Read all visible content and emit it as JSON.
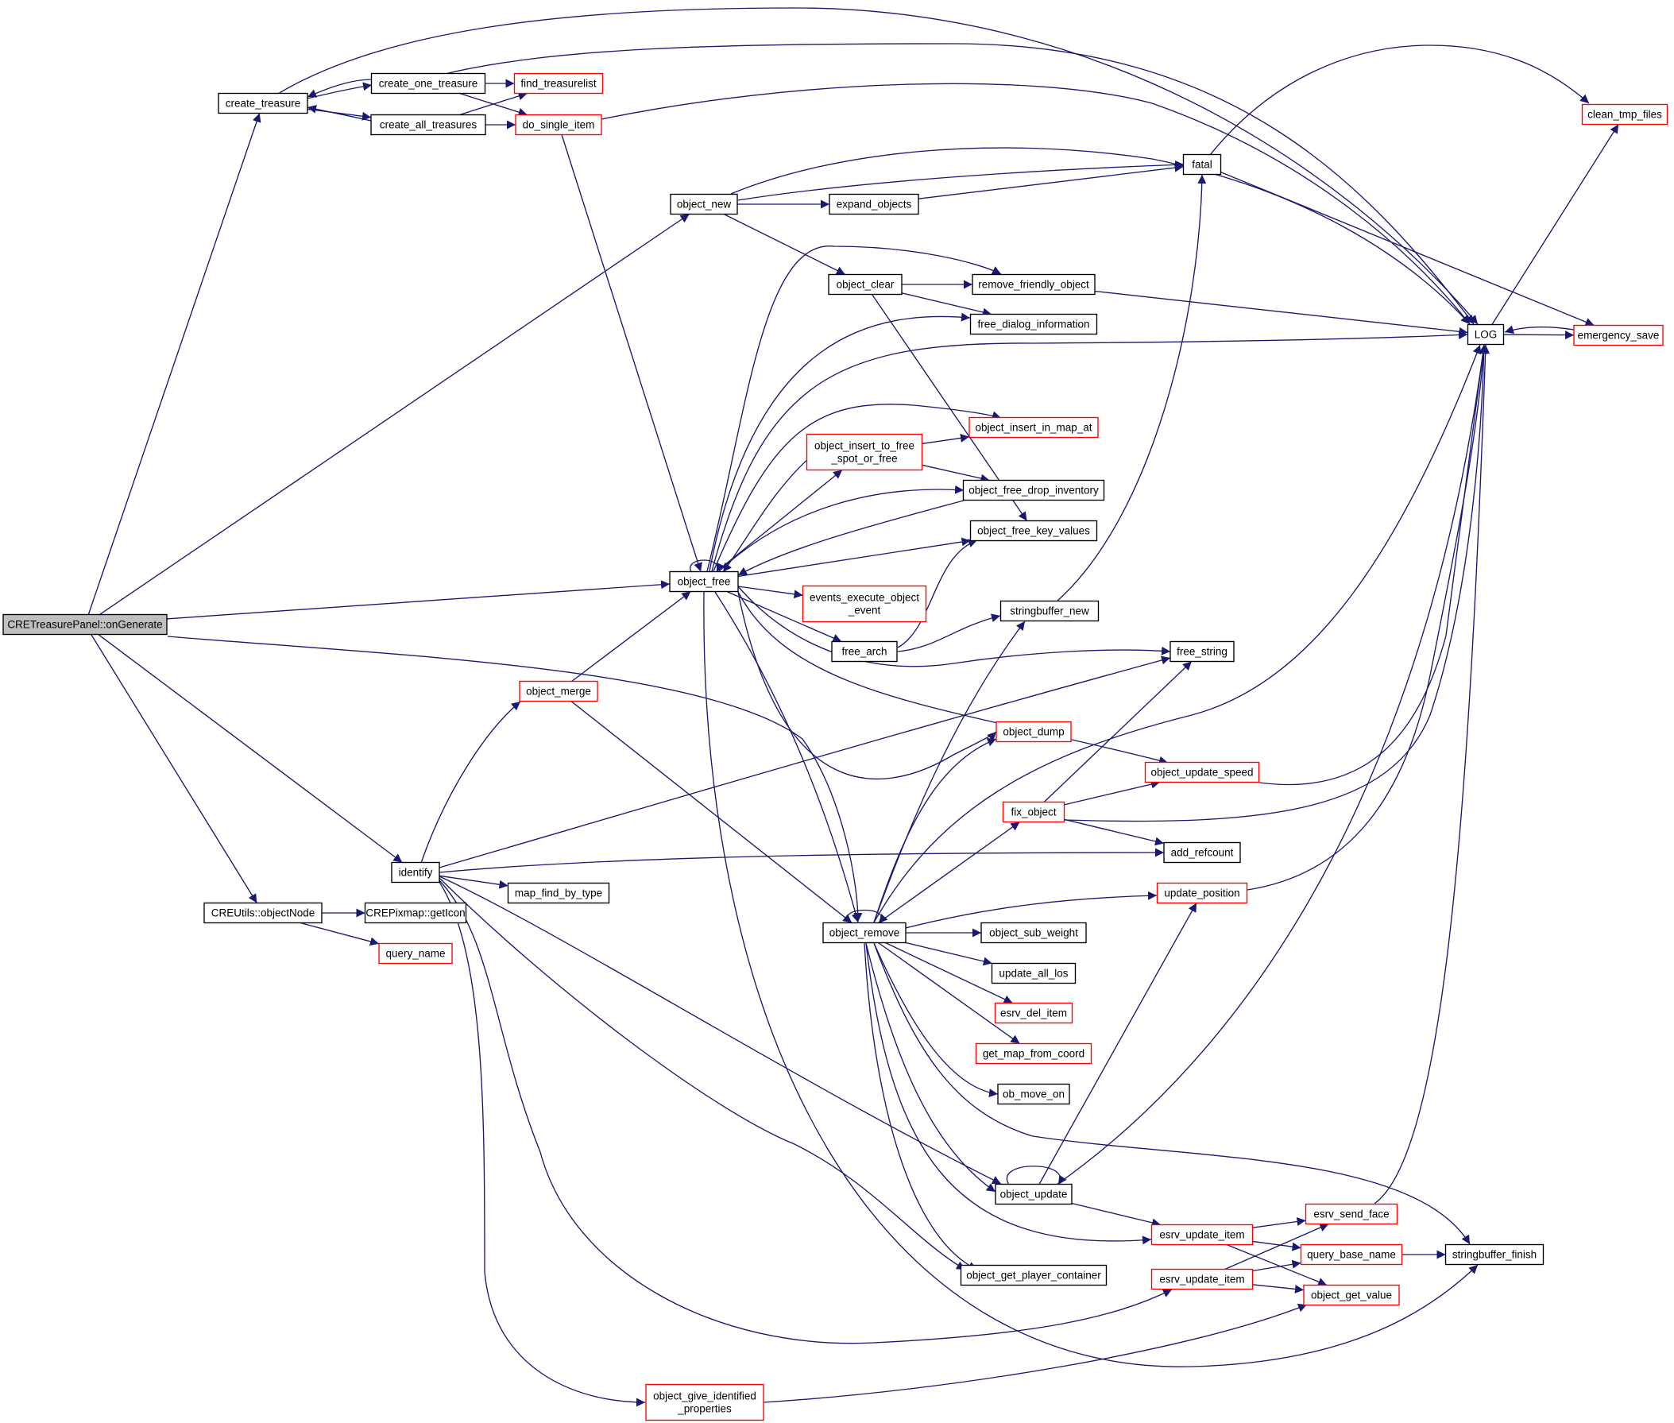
{
  "colors": {
    "edge": "#191970",
    "node_border_default": "#000000",
    "node_border_incomplete": "#ff0000",
    "root_fill": "#bfbfbf",
    "node_fill": "#ffffff"
  },
  "legend_note": "Doxygen call graph; red bordered nodes are truncated (have further callees not shown)",
  "nodes": {
    "root": {
      "lines": [
        "CRETreasurePanel::onGenerate"
      ],
      "style": "root"
    },
    "create_treasure": {
      "lines": [
        "create_treasure"
      ],
      "style": "default"
    },
    "create_one_treasure": {
      "lines": [
        "create_one_treasure"
      ],
      "style": "default"
    },
    "create_all_treasures": {
      "lines": [
        "create_all_treasures"
      ],
      "style": "default"
    },
    "find_treasurelist": {
      "lines": [
        "find_treasurelist"
      ],
      "style": "red"
    },
    "do_single_item": {
      "lines": [
        "do_single_item"
      ],
      "style": "red"
    },
    "object_new": {
      "lines": [
        "object_new"
      ],
      "style": "default"
    },
    "expand_objects": {
      "lines": [
        "expand_objects"
      ],
      "style": "default"
    },
    "fatal": {
      "lines": [
        "fatal"
      ],
      "style": "default"
    },
    "clean_tmp_files": {
      "lines": [
        "clean_tmp_files"
      ],
      "style": "red"
    },
    "object_clear": {
      "lines": [
        "object_clear"
      ],
      "style": "default"
    },
    "remove_friendly_object": {
      "lines": [
        "remove_friendly_object"
      ],
      "style": "default"
    },
    "free_dialog_information": {
      "lines": [
        "free_dialog_information"
      ],
      "style": "default"
    },
    "LOG": {
      "lines": [
        "LOG"
      ],
      "style": "default"
    },
    "emergency_save": {
      "lines": [
        "emergency_save"
      ],
      "style": "red"
    },
    "object_insert_in_map_at": {
      "lines": [
        "object_insert_in_map_at"
      ],
      "style": "red"
    },
    "object_insert_to_free": {
      "lines": [
        "object_insert_to_free",
        "_spot_or_free"
      ],
      "style": "red"
    },
    "object_free_drop_inventory": {
      "lines": [
        "object_free_drop_inventory"
      ],
      "style": "default"
    },
    "object_free_key_values": {
      "lines": [
        "object_free_key_values"
      ],
      "style": "default"
    },
    "object_free": {
      "lines": [
        "object_free"
      ],
      "style": "default"
    },
    "events_execute_object_event": {
      "lines": [
        "events_execute_object",
        "_event"
      ],
      "style": "red"
    },
    "stringbuffer_new": {
      "lines": [
        "stringbuffer_new"
      ],
      "style": "default"
    },
    "free_arch": {
      "lines": [
        "free_arch"
      ],
      "style": "default"
    },
    "free_string": {
      "lines": [
        "free_string"
      ],
      "style": "default"
    },
    "object_merge": {
      "lines": [
        "object_merge"
      ],
      "style": "red"
    },
    "object_dump": {
      "lines": [
        "object_dump"
      ],
      "style": "red"
    },
    "object_update_speed": {
      "lines": [
        "object_update_speed"
      ],
      "style": "red"
    },
    "fix_object": {
      "lines": [
        "fix_object"
      ],
      "style": "red"
    },
    "add_refcount": {
      "lines": [
        "add_refcount"
      ],
      "style": "default"
    },
    "identify": {
      "lines": [
        "identify"
      ],
      "style": "default"
    },
    "map_find_by_type": {
      "lines": [
        "map_find_by_type"
      ],
      "style": "default"
    },
    "update_position": {
      "lines": [
        "update_position"
      ],
      "style": "red"
    },
    "CREUtils_objectNode": {
      "lines": [
        "CREUtils::objectNode"
      ],
      "style": "default"
    },
    "CREPixmap_getIcon": {
      "lines": [
        "CREPixmap::getIcon"
      ],
      "style": "default"
    },
    "object_remove": {
      "lines": [
        "object_remove"
      ],
      "style": "default"
    },
    "object_sub_weight": {
      "lines": [
        "object_sub_weight"
      ],
      "style": "default"
    },
    "query_name": {
      "lines": [
        "query_name"
      ],
      "style": "red"
    },
    "update_all_los": {
      "lines": [
        "update_all_los"
      ],
      "style": "default"
    },
    "esrv_del_item": {
      "lines": [
        "esrv_del_item"
      ],
      "style": "red"
    },
    "get_map_from_coord": {
      "lines": [
        "get_map_from_coord"
      ],
      "style": "red"
    },
    "ob_move_on": {
      "lines": [
        "ob_move_on"
      ],
      "style": "default"
    },
    "object_update": {
      "lines": [
        "object_update"
      ],
      "style": "default"
    },
    "esrv_send_face": {
      "lines": [
        "esrv_send_face"
      ],
      "style": "red"
    },
    "esrv_update_item_a": {
      "lines": [
        "esrv_update_item"
      ],
      "style": "red"
    },
    "query_base_name": {
      "lines": [
        "query_base_name"
      ],
      "style": "red"
    },
    "stringbuffer_finish": {
      "lines": [
        "stringbuffer_finish"
      ],
      "style": "default"
    },
    "object_get_player_container": {
      "lines": [
        "object_get_player_container"
      ],
      "style": "default"
    },
    "esrv_update_item_b": {
      "lines": [
        "esrv_update_item"
      ],
      "style": "red"
    },
    "object_get_value": {
      "lines": [
        "object_get_value"
      ],
      "style": "red"
    },
    "object_give_identified_properties": {
      "lines": [
        "object_give_identified",
        "_properties"
      ],
      "style": "red"
    }
  }
}
